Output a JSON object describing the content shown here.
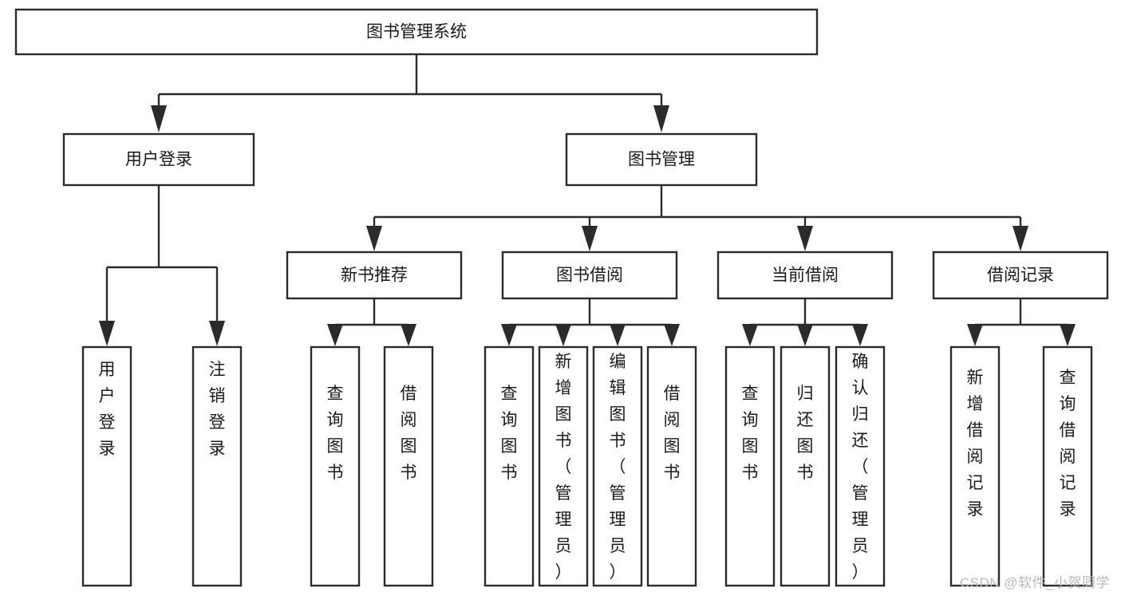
{
  "diagram": {
    "type": "tree",
    "title": "图书管理系统",
    "watermark": "CSDN @软件_小贺同学",
    "colors": {
      "stroke": "#2b2b2b",
      "fill": "#ffffff",
      "text": "#1a1a1a",
      "background": "#ffffff",
      "watermark": "#b9b9b9"
    },
    "root": {
      "label": "图书管理系统"
    },
    "level2": [
      {
        "label": "用户登录"
      },
      {
        "label": "图书管理"
      }
    ],
    "level3": [
      {
        "label": "新书推荐"
      },
      {
        "label": "图书借阅"
      },
      {
        "label": "当前借阅"
      },
      {
        "label": "借阅记录"
      }
    ],
    "leaves": {
      "user_login": [
        {
          "label": "用户登录"
        },
        {
          "label": "注销登录"
        }
      ],
      "new_book_recommend": [
        {
          "label": "查询图书"
        },
        {
          "label": "借阅图书"
        }
      ],
      "book_borrow": [
        {
          "label": "查询图书"
        },
        {
          "label": "新增图书（管理员）"
        },
        {
          "label": "编辑图书（管理员）"
        },
        {
          "label": "借阅图书"
        }
      ],
      "current_borrow": [
        {
          "label": "查询图书"
        },
        {
          "label": "归还图书"
        },
        {
          "label": "确认归还（管理员）"
        }
      ],
      "borrow_record": [
        {
          "label": "新增借阅记录"
        },
        {
          "label": "查询借阅记录"
        }
      ]
    }
  }
}
